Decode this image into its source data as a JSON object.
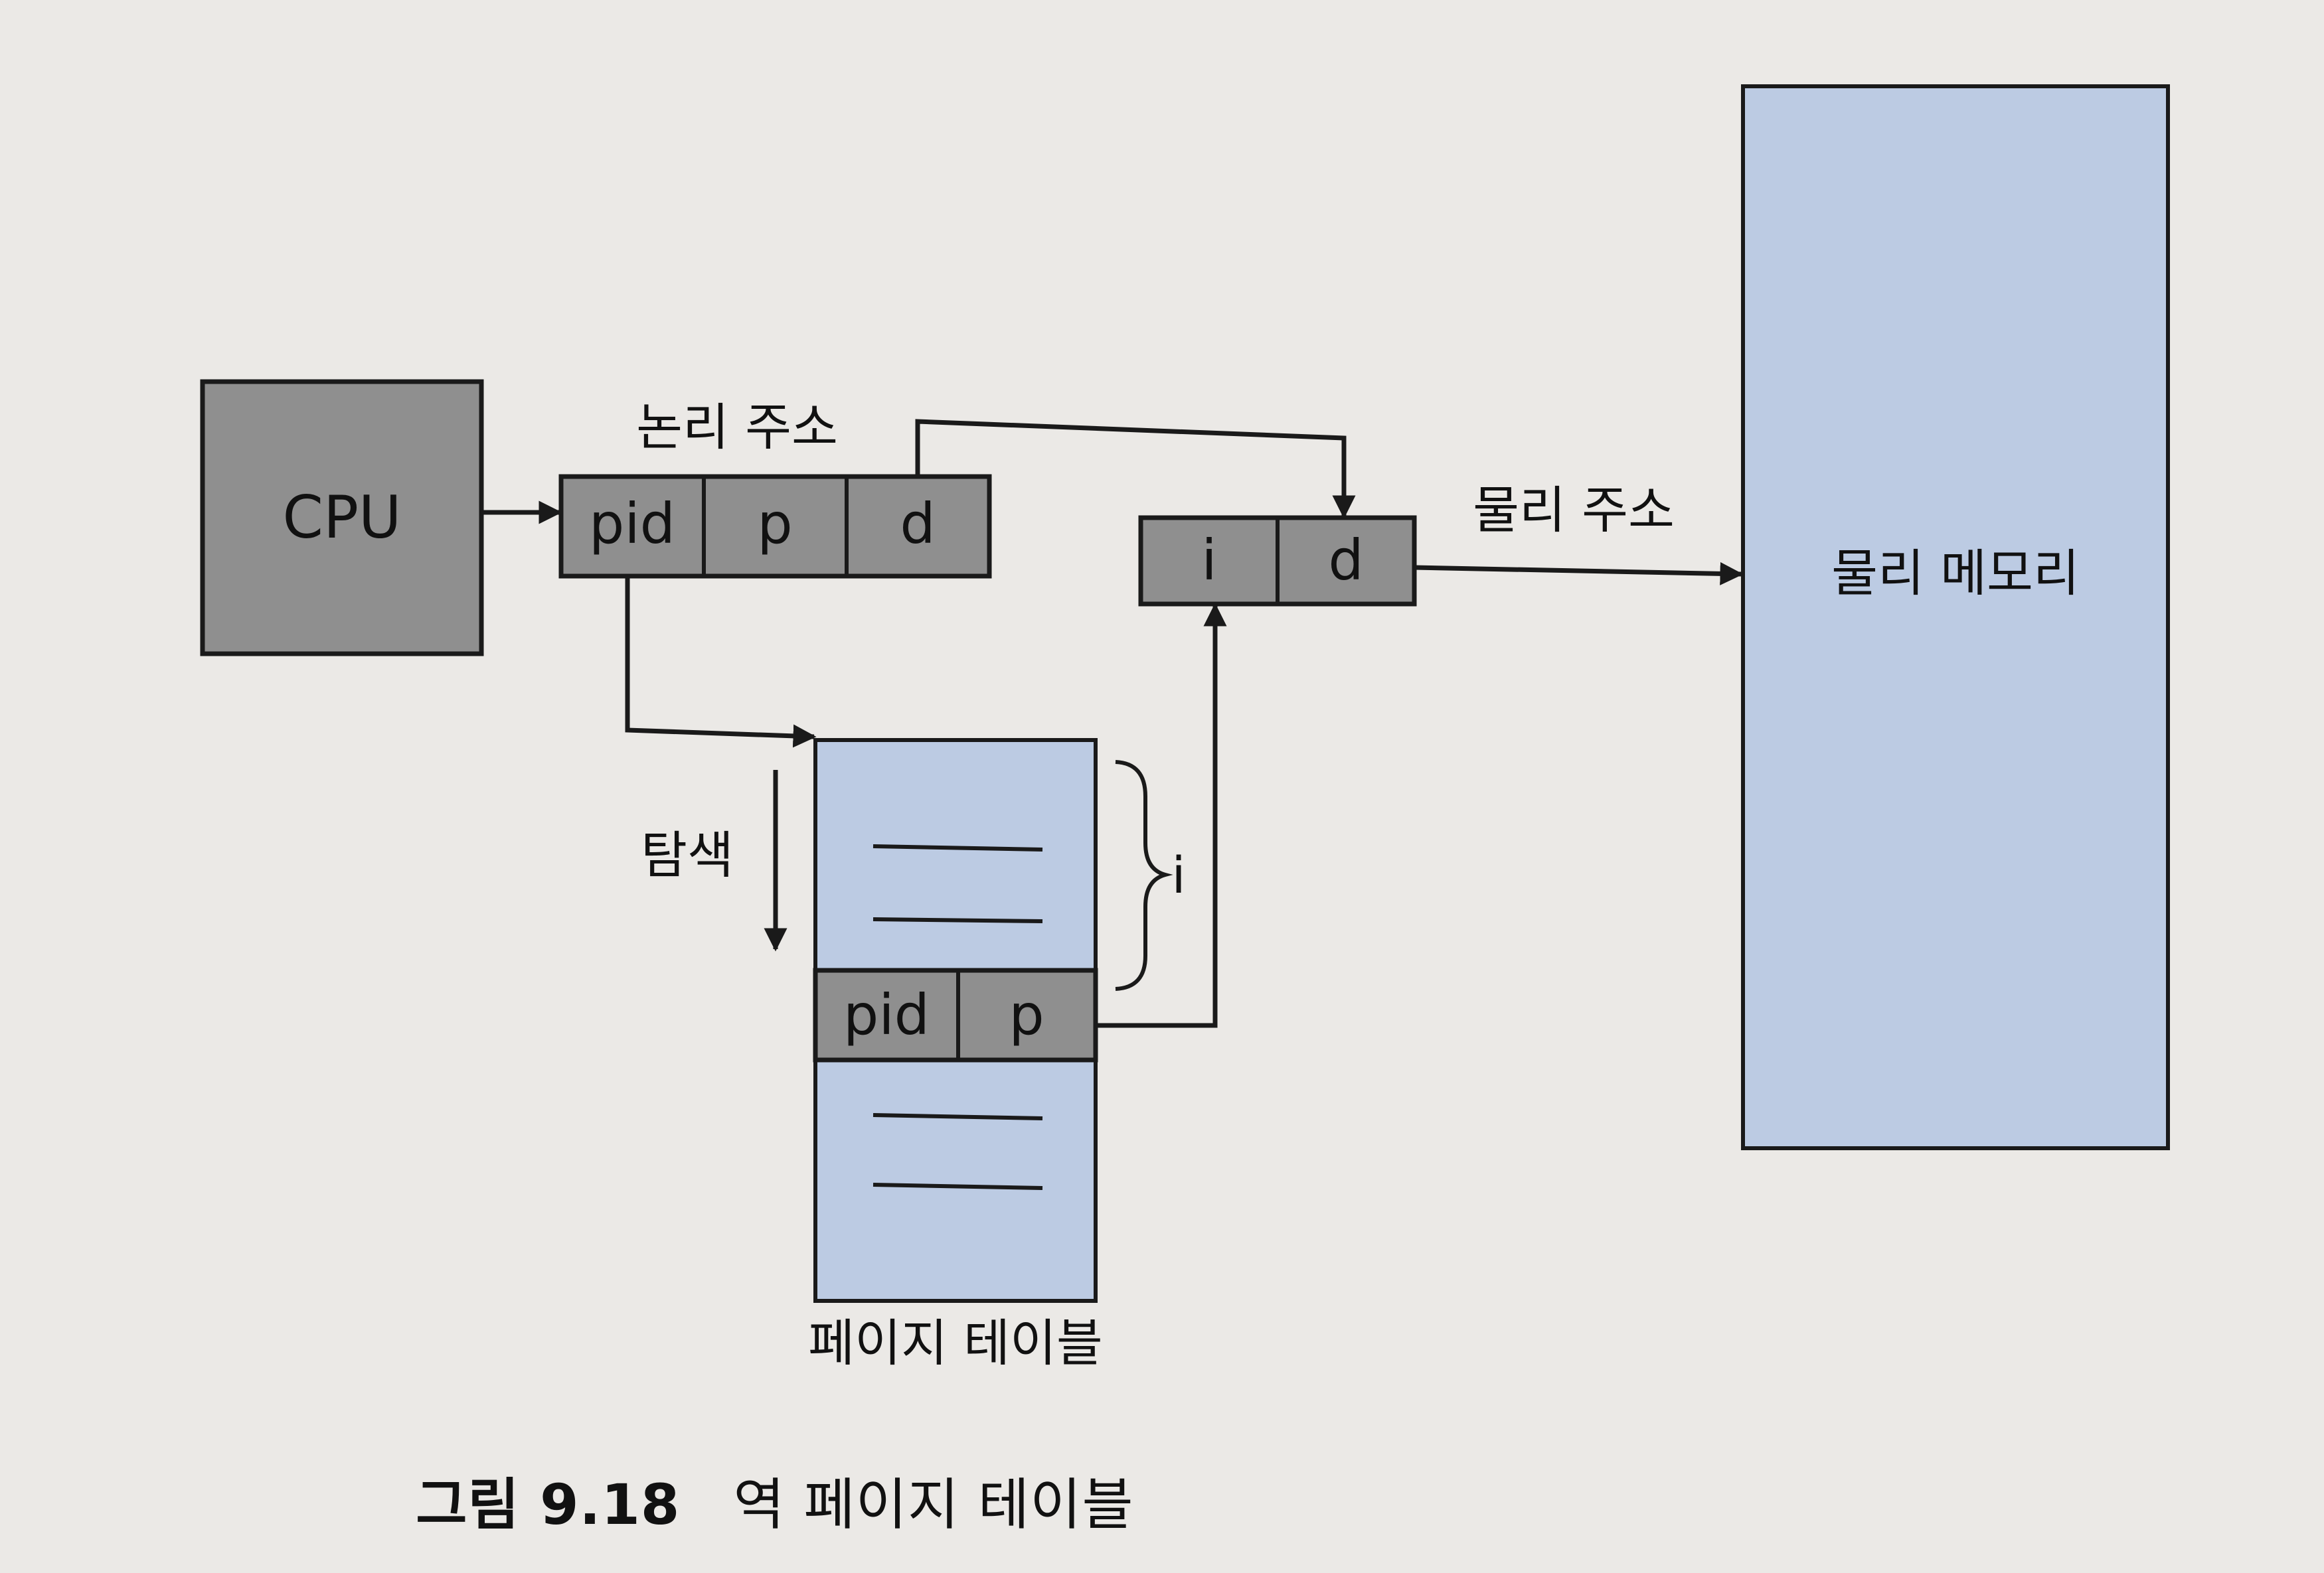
{
  "figure": {
    "cpu_label": "CPU",
    "logical_address": {
      "label": "논리 주소",
      "fields": [
        "pid",
        "p",
        "d"
      ]
    },
    "physical_address": {
      "label": "물리 주소",
      "fields": [
        "i",
        "d"
      ]
    },
    "page_table": {
      "label": "페이지 테이블",
      "entry_fields": [
        "pid",
        "p"
      ],
      "index_label": "i"
    },
    "search_label": "탐색",
    "physical_memory_label": "물리 메모리"
  },
  "caption": {
    "number": "그림 9.18",
    "title": "역 페이지 테이블"
  },
  "colors": {
    "gray_box": "#8f8f8f",
    "blue_box": "#bccbe3",
    "line": "#1a1a1a",
    "background": "#ebe9e6"
  }
}
